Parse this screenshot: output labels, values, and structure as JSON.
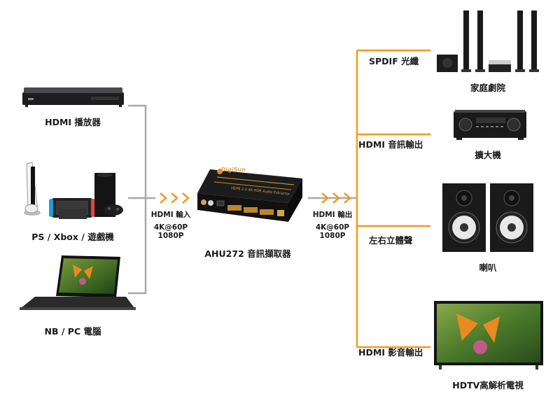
{
  "sources": {
    "player": "HDMI 播放器",
    "consoles": "PS / Xbox / 遊戲機",
    "pc": "NB / PC 電腦"
  },
  "input": {
    "label": "HDMI 輸入",
    "res1": "4K@60P",
    "res2": "1080P"
  },
  "device": {
    "name": "AHU272 音訊擷取器",
    "brand": "DigiSun",
    "panel_text": "HDMI 2.0 4K HDR Audio Extractor"
  },
  "output": {
    "label": "HDMI 輸出",
    "res1": "4K@60P",
    "res2": "1080P"
  },
  "branches": {
    "spdif": "SPDIF 光纖",
    "hdmi_audio": "HDMI 音訊輸出",
    "stereo": "左右立體聲",
    "hdmi_video": "HDMI 影音輸出"
  },
  "targets": {
    "home_theater": "家庭劇院",
    "amplifier": "擴大機",
    "speakers": "喇叭",
    "hdtv": "HDTV高解析電視"
  },
  "colors": {
    "input_line": "#a8a8a8",
    "output_line": "#f39a1e",
    "arrow": "#f39a1e"
  }
}
